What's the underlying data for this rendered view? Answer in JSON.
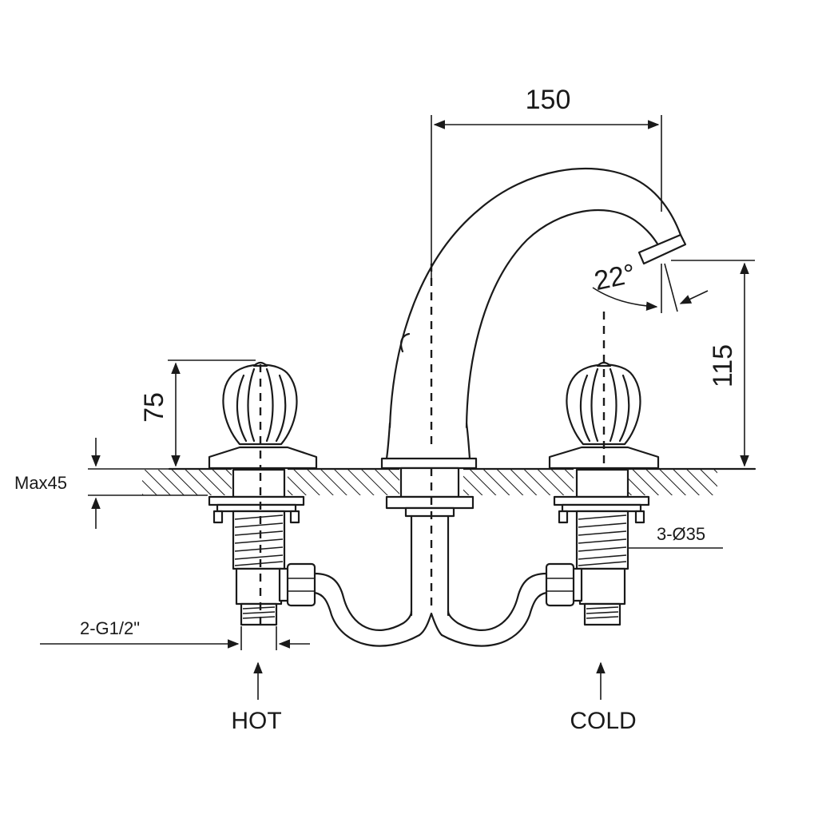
{
  "dimensions": {
    "spout_reach": "150",
    "spout_height": "115",
    "handle_height": "75",
    "max_deck_thickness": "Max45",
    "spout_angle": "22°",
    "hole_diameter": "3-Ø35",
    "connection_thread": "2-G1/2\""
  },
  "labels": {
    "hot": "HOT",
    "cold": "COLD"
  },
  "colors": {
    "line": "#1a1a1a",
    "background": "#ffffff"
  }
}
